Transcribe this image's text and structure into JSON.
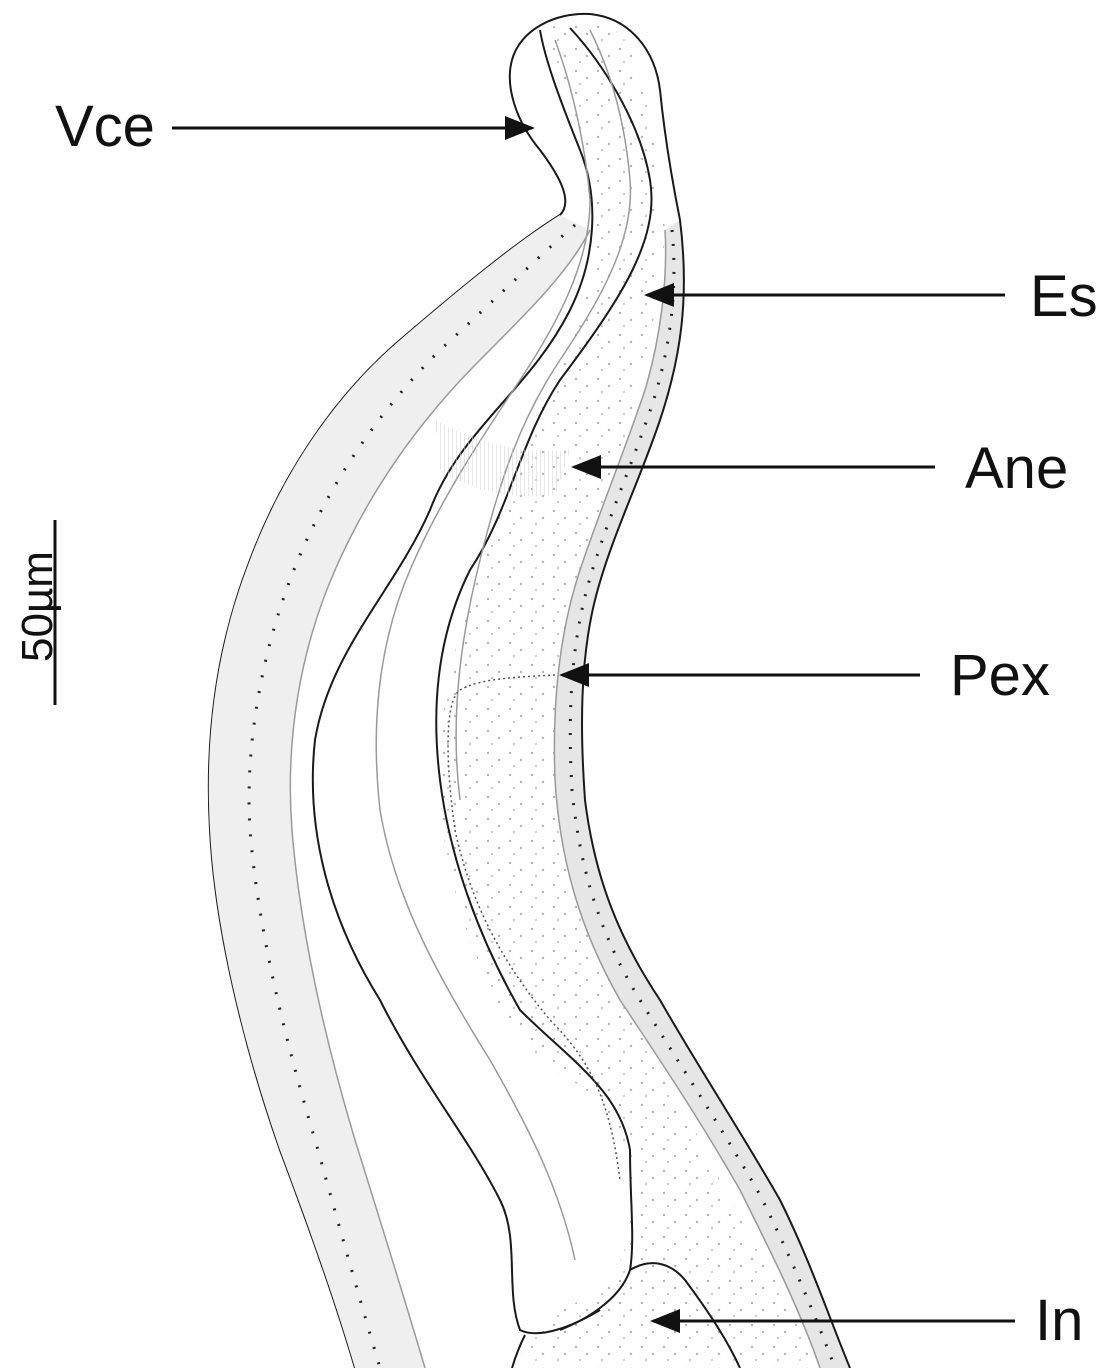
{
  "labels": {
    "vce": "Vce",
    "es": "Es",
    "ane": "Ane",
    "pex": "Pex",
    "in": "In"
  },
  "scale_bar": {
    "label": "50µm"
  },
  "colors": {
    "outline": "#1a1a1a",
    "fine_line": "#9a9a9a",
    "stipple": "#b5b5b5",
    "band_fill": "#e6e6e6",
    "background": "#ffffff"
  }
}
